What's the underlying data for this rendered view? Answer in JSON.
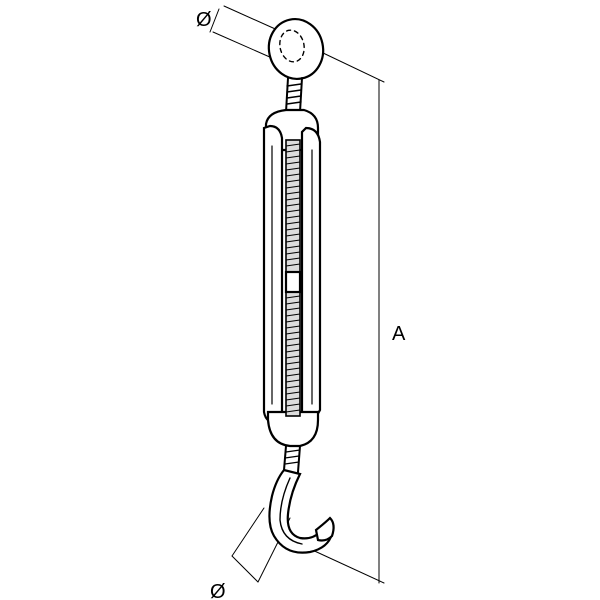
{
  "drawing": {
    "subject": "turnbuckle-eye-hook",
    "labels": {
      "diameter_top": "Ø",
      "diameter_bottom": "Ø",
      "length": "A"
    }
  }
}
